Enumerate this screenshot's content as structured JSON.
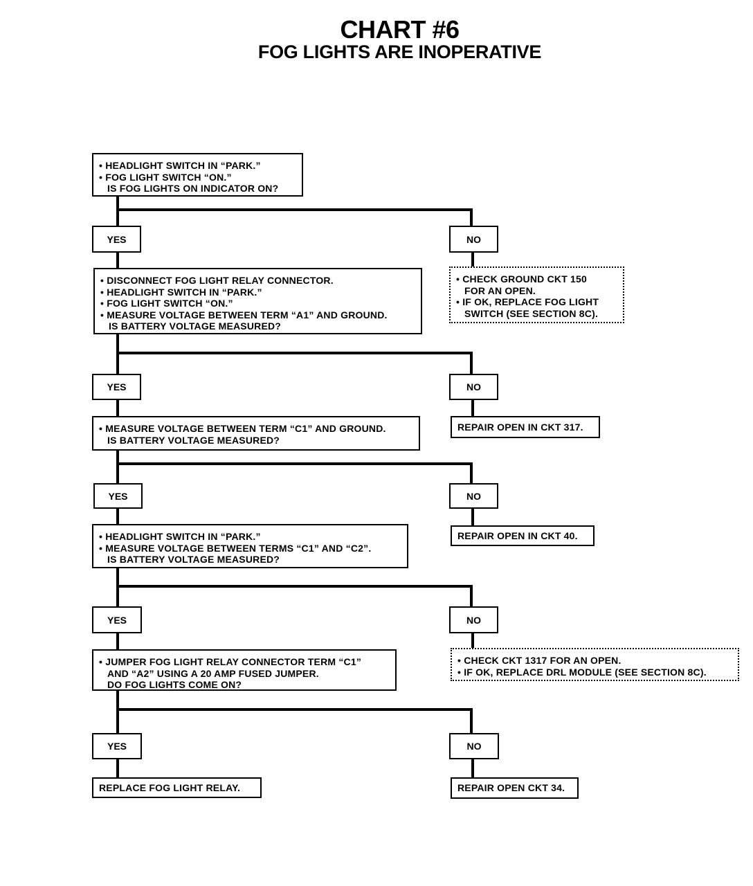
{
  "chart": {
    "title": "CHART #6",
    "subtitle": "FOG LIGHTS ARE INOPERATIVE"
  },
  "labels": {
    "yes": "YES",
    "no": "NO"
  },
  "steps": [
    {
      "lines": [
        "HEADLIGHT SWITCH IN “PARK.”",
        "FOG LIGHT SWITCH “ON.”",
        "IS FOG LIGHTS ON INDICATOR ON?"
      ],
      "no_result": {
        "lines": [
          "CHECK GROUND CKT 150",
          "FOR AN OPEN.",
          "IF OK, REPLACE FOG LIGHT",
          "SWITCH (SEE SECTION 8C)."
        ],
        "style": "dashed"
      }
    },
    {
      "lines": [
        "DISCONNECT FOG LIGHT RELAY CONNECTOR.",
        "HEADLIGHT SWITCH IN “PARK.”",
        "FOG LIGHT SWITCH “ON.”",
        "MEASURE VOLTAGE BETWEEN TERM “A1” AND GROUND.",
        "IS BATTERY VOLTAGE MEASURED?"
      ],
      "no_result": {
        "lines": [
          "REPAIR OPEN IN CKT 317."
        ],
        "style": "solid"
      }
    },
    {
      "lines": [
        "MEASURE VOLTAGE BETWEEN TERM “C1” AND GROUND.",
        "IS BATTERY VOLTAGE MEASURED?"
      ],
      "no_result": {
        "lines": [
          "REPAIR OPEN IN CKT 40."
        ],
        "style": "solid"
      }
    },
    {
      "lines": [
        "HEADLIGHT SWITCH IN “PARK.”",
        "MEASURE VOLTAGE BETWEEN TERMS “C1” AND “C2”.",
        "IS BATTERY  VOLTAGE MEASURED?"
      ],
      "no_result": {
        "lines": [
          "CHECK CKT 1317 FOR AN OPEN.",
          "IF OK, REPLACE DRL MODULE (SEE SECTION 8C)."
        ],
        "style": "dashed"
      }
    },
    {
      "lines": [
        "JUMPER FOG LIGHT RELAY CONNECTOR TERM “C1”",
        "AND “A2” USING A 20 AMP FUSED JUMPER.",
        "DO FOG LIGHTS COME ON?"
      ],
      "yes_result": {
        "lines": [
          "REPLACE FOG LIGHT RELAY."
        ]
      },
      "no_result": {
        "lines": [
          "REPAIR OPEN CKT 34."
        ],
        "style": "solid"
      }
    }
  ]
}
